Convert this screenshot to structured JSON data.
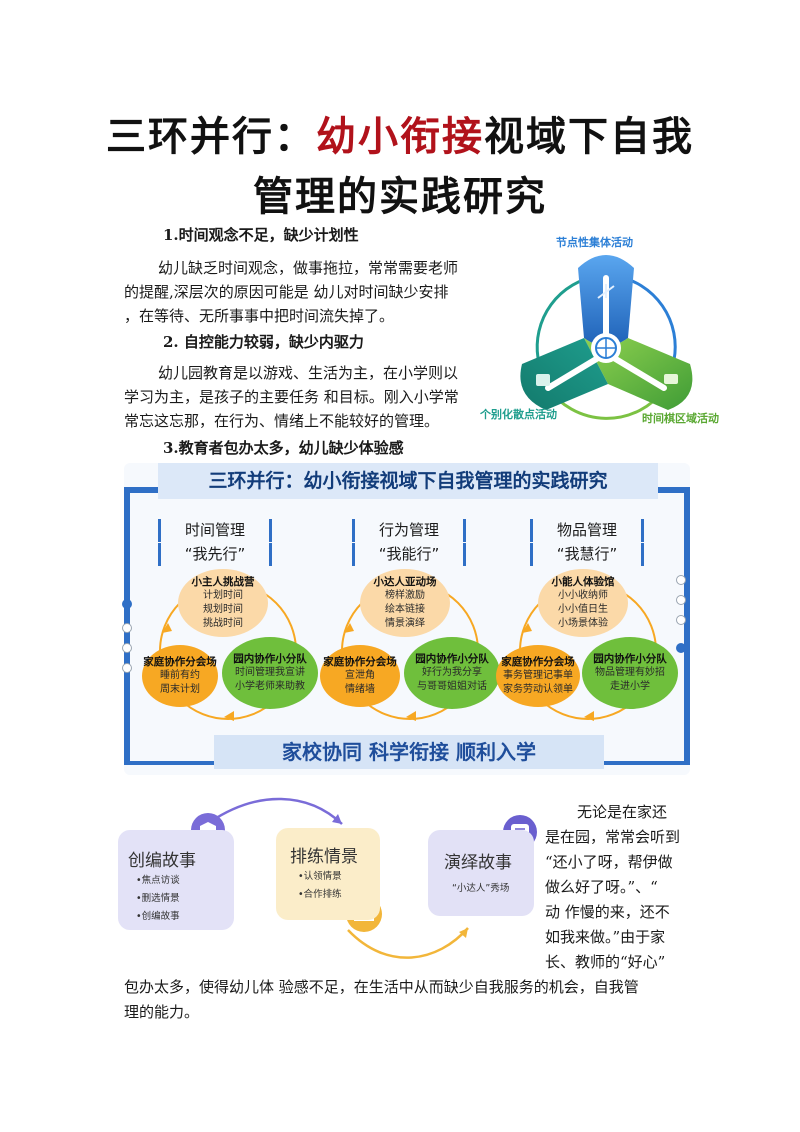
{
  "title": {
    "line1_pre": "三环并行：",
    "line1_accent": "幼小衔接",
    "line1_post": "视域下自我",
    "line2": "管理的实践研究"
  },
  "sections": [
    {
      "heading": "1.时间观念不足，缺少计划性",
      "lines": [
        "幼儿缺乏时间观念，做事拖拉，常常需要老师",
        "的提醒,深层次的原因可能是  幼儿对时间缺少安排",
        "，在等待、无所事事中把时间流失掉了。"
      ]
    },
    {
      "heading": "2.  自控能力较弱，缺少内驱力",
      "lines": [
        "幼儿园教育是以游戏、生活为主，在小学则以",
        "学习为主，是孩子的主要任务  和目标。刚入小学常",
        "常忘这忘那，在行为、情绪上不能较好的管理。"
      ]
    },
    {
      "heading": "3.教育者包办太多，幼儿缺少体验感",
      "lines": []
    }
  ],
  "ring_diagram": {
    "top_label": "节点性集体活动",
    "left_label": "个别化散点活动",
    "right_label": "时间棋区域活动",
    "colors": {
      "blue": "#2c7fd6",
      "green": "#7cc243",
      "teal": "#1f9e8e"
    }
  },
  "framework": {
    "header": "三环并行：幼小衔接视域下自我管理的实践研究",
    "footer": "家校协同   科学衔接   顺利入学",
    "groups": [
      {
        "name": "时间管理",
        "motto": "“我先行”",
        "top": {
          "title": "小主人挑战营",
          "items": [
            "计划时间",
            "规划时间",
            "挑战时间"
          ]
        },
        "left": {
          "title": "家庭协作分会场",
          "items": [
            "睡前有约",
            "周末计划"
          ]
        },
        "right": {
          "title": "园内协作小分队",
          "items": [
            "时间管理我宣讲",
            "小学老师来助教"
          ]
        }
      },
      {
        "name": "行为管理",
        "motto": "“我能行”",
        "top": {
          "title": "小达人亚动场",
          "items": [
            "榜样激励",
            "绘本链接",
            "情景演绎"
          ]
        },
        "left": {
          "title": "家庭协作分会场",
          "items": [
            "宣泄角",
            "情绪墙"
          ]
        },
        "right": {
          "title": "园内协作小分队",
          "items": [
            "好行为我分享",
            "与哥哥姐姐对话"
          ]
        }
      },
      {
        "name": "物品管理",
        "motto": "“我慧行”",
        "top": {
          "title": "小能人体验馆",
          "items": [
            "小小收纳师",
            "小小值日生",
            "小场景体验"
          ]
        },
        "left": {
          "title": "家庭协作分会场",
          "items": [
            "事务管理记事单",
            "家务劳动认领单"
          ]
        },
        "right": {
          "title": "园内协作小分队",
          "items": [
            "物品管理有妙招",
            "走进小学"
          ]
        }
      }
    ]
  },
  "process": {
    "cards": [
      {
        "title": "创编故事",
        "items": [
          "•焦点访谈",
          "•删选情景",
          "•创编故事"
        ]
      },
      {
        "title": "排练情景",
        "items": [
          "•认领情景",
          "•合作排练"
        ]
      },
      {
        "title": "演绎故事",
        "items": [
          "“小达人”秀场"
        ]
      }
    ]
  },
  "closing": {
    "right_lines": [
      "无论是在家还",
      "是在园，常常会听到",
      "“还小了呀，帮伊做",
      "做么好了呀。”、“",
      "动  作慢的来，还不",
      "如我来做。”由于家",
      "长、教师的“好心”"
    ],
    "bottom_lines": [
      "包办太多，使得幼儿体  验感不足，在生活中从而缺少自我服务的机会，自我管",
      "理的能力。"
    ]
  }
}
